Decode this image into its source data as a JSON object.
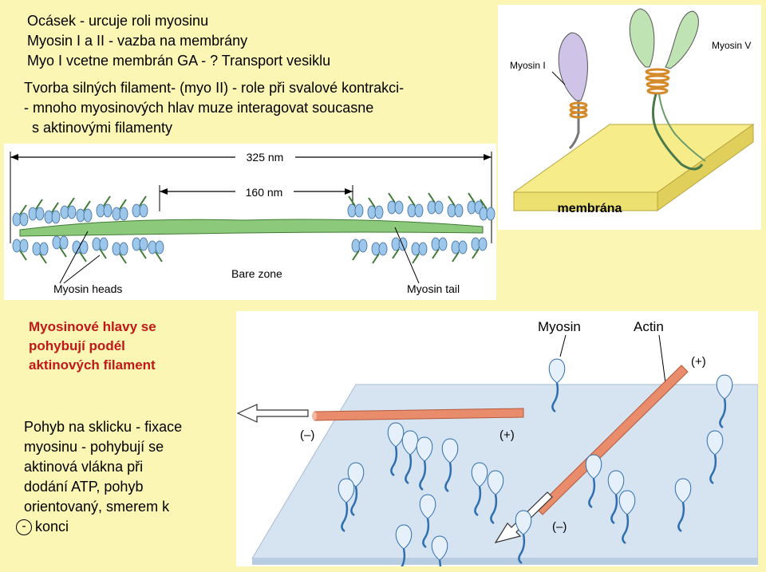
{
  "intro": {
    "lines": [
      "Ocásek - urcuje roli myosinu",
      "Myosin I a II - vazba na membrány",
      "Myo I vcetne membrán GA - ? Transport vesiklu"
    ]
  },
  "myosin2_text": {
    "lines": [
      "Tvorba silných filament- (myo II) - role při svalové kontrakci-",
      "- mnoho myosinových hlav muze interagovat soucasne",
      "  s aktinovými filamenty"
    ]
  },
  "filament_figure": {
    "length_total": "325 nm",
    "length_bare": "160 nm",
    "label_heads": "Myosin heads",
    "label_bare_zone": "Bare zone",
    "label_tail": "Myosin tail",
    "colors": {
      "filament": "#8cc97a",
      "heads": "#9cc6ea"
    }
  },
  "membrane_figure": {
    "label_myosin1": "Myosin I",
    "label_myosin5": "Myosin V",
    "label_membrane": "membrána",
    "colors": {
      "membrane": "#f6ec8a",
      "myosin1_head": "#cfc4e8",
      "myosin5_head": "#bfe3b2",
      "coil": "#d48a2a"
    }
  },
  "motility_caption": {
    "lines": [
      "Myosinové hlavy se",
      "pohybují podél",
      "aktinových filament"
    ],
    "color": "#c01818"
  },
  "motility_figure": {
    "label_myosin": "Myosin",
    "label_actin": "Actin",
    "plus": "(+)",
    "minus": "(–)",
    "colors": {
      "actin": "#e88c6c",
      "glass": "#d6e3f0",
      "myosin": "#2f6fb0"
    }
  },
  "assay_text": {
    "lines": [
      "Pohyb na sklicku - fixace",
      "myosinu - pohybují se",
      "aktinová vlákna při",
      "dodání ATP, pohyb",
      "orientovaný, smerem k"
    ],
    "minus_symbol": "-",
    "last_word": "konci"
  }
}
